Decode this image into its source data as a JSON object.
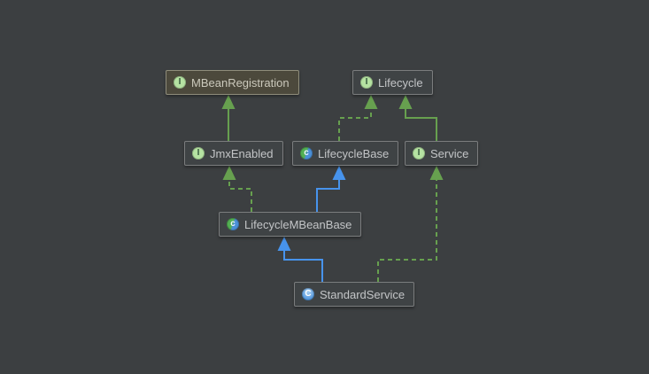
{
  "colors": {
    "background": "#3c3f41",
    "node_fill": "#3f4345",
    "node_border": "#7b7d7e",
    "node_text": "#c3c5c7",
    "selected_fill": "#4c493c",
    "selected_border": "#8f8d7b",
    "selected_text": "#cbc9bc",
    "edge_green": "#67a04f",
    "edge_blue": "#4793ec",
    "icon_interface_bg": "#b5e2a2",
    "icon_interface_fg": "#33573b",
    "icon_abstract_green": "#53b053",
    "icon_abstract_blue": "#4a8fd8",
    "icon_class_bg": "#4f94dd"
  },
  "diagram": {
    "icons": {
      "interface": "I",
      "abstract": "c",
      "class": "C"
    },
    "nodes": [
      {
        "id": "MBeanRegistration",
        "label": "MBeanRegistration",
        "kind": "interface",
        "selected": true
      },
      {
        "id": "Lifecycle",
        "label": "Lifecycle",
        "kind": "interface",
        "selected": false
      },
      {
        "id": "JmxEnabled",
        "label": "JmxEnabled",
        "kind": "interface",
        "selected": false
      },
      {
        "id": "LifecycleBase",
        "label": "LifecycleBase",
        "kind": "abstract",
        "selected": false
      },
      {
        "id": "Service",
        "label": "Service",
        "kind": "interface",
        "selected": false
      },
      {
        "id": "LifecycleMBeanBase",
        "label": "LifecycleMBeanBase",
        "kind": "abstract",
        "selected": false
      },
      {
        "id": "StandardService",
        "label": "StandardService",
        "kind": "class",
        "selected": false
      }
    ],
    "edges": [
      {
        "from": "JmxEnabled",
        "to": "MBeanRegistration",
        "relation": "extends",
        "style": "solid",
        "color": "green"
      },
      {
        "from": "LifecycleBase",
        "to": "Lifecycle",
        "relation": "implements",
        "style": "dashed",
        "color": "green"
      },
      {
        "from": "Service",
        "to": "Lifecycle",
        "relation": "extends",
        "style": "solid",
        "color": "green"
      },
      {
        "from": "LifecycleMBeanBase",
        "to": "JmxEnabled",
        "relation": "implements",
        "style": "dashed",
        "color": "green"
      },
      {
        "from": "LifecycleMBeanBase",
        "to": "LifecycleBase",
        "relation": "extends",
        "style": "solid",
        "color": "blue"
      },
      {
        "from": "StandardService",
        "to": "LifecycleMBeanBase",
        "relation": "extends",
        "style": "solid",
        "color": "blue"
      },
      {
        "from": "StandardService",
        "to": "Service",
        "relation": "implements",
        "style": "dashed",
        "color": "green"
      }
    ]
  }
}
